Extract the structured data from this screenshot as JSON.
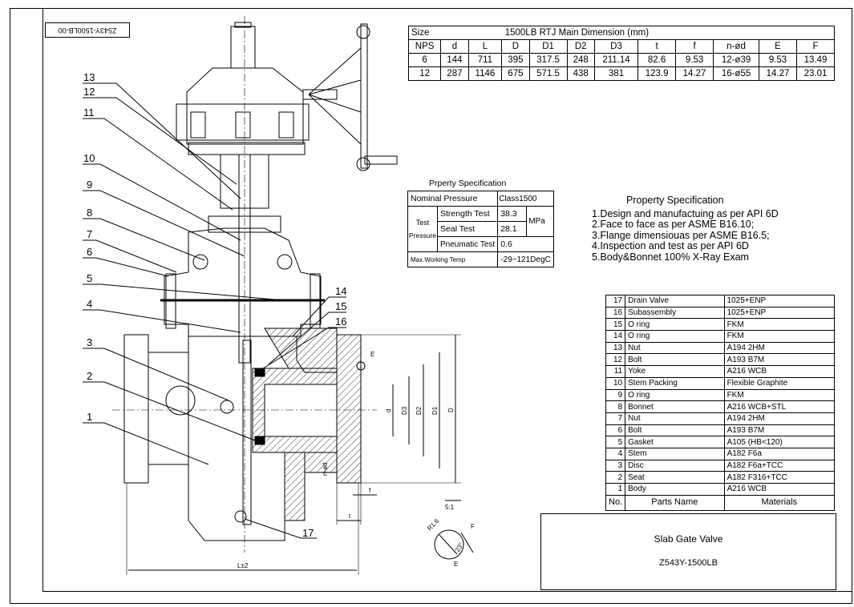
{
  "drawing_code_rotated": "Z543Y-1500LB-00",
  "dimension_table": {
    "title_left": "Size",
    "title": "1500LB RTJ Main Dimension (mm)",
    "headers": [
      "NPS",
      "d",
      "L",
      "D",
      "D1",
      "D2",
      "D3",
      "t",
      "f",
      "n-ød",
      "E",
      "F"
    ],
    "rows": [
      [
        "6",
        "144",
        "711",
        "395",
        "317.5",
        "248",
        "211.14",
        "82.6",
        "9.53",
        "12-ø39",
        "9.53",
        "13.49"
      ],
      [
        "12",
        "287",
        "1146",
        "675",
        "571.5",
        "438",
        "381",
        "123.9",
        "14.27",
        "16-ø55",
        "14.27",
        "23.01"
      ]
    ]
  },
  "pressure_spec": {
    "caption": "Prperty Specification",
    "nominal_label": "Nominal Pressure",
    "nominal_value": "Class1500",
    "test_label_1": "Test",
    "test_label_2": "Pressure",
    "strength_label": "Strength Test",
    "strength_value": "38.3",
    "seal_label": "Seal Test",
    "seal_value": "28.1",
    "unit": "MPa",
    "pneumatic_label": "Pneumatic Test",
    "pneumatic_value": "0.6",
    "temp_label": "Max.Working Temp",
    "temp_value": "-29~121DegC"
  },
  "requirements": {
    "title": "Property Specification",
    "items": [
      "1.Design and manufactuing as per API 6D",
      "2.Face to face as per ASME B16.10;",
      "3.Flange dimensiouas per ASME B16.5;",
      "4.Inspection and test as per API 6D",
      "5.Body&Bonnet 100% X-Ray Exam"
    ]
  },
  "parts": [
    {
      "no": "17",
      "name": "Drain Valve",
      "material": "1025+ENP"
    },
    {
      "no": "16",
      "name": "Subassembly",
      "material": "1025+ENP"
    },
    {
      "no": "15",
      "name": "O ring",
      "material": "FKM"
    },
    {
      "no": "14",
      "name": "O ring",
      "material": "FKM"
    },
    {
      "no": "13",
      "name": "Nut",
      "material": "A194 2HM"
    },
    {
      "no": "12",
      "name": "Bolt",
      "material": "A193 B7M"
    },
    {
      "no": "11",
      "name": "Yoke",
      "material": "A216 WCB"
    },
    {
      "no": "10",
      "name": "Stem Packing",
      "material": "Flexible Graphite"
    },
    {
      "no": "9",
      "name": "O ring",
      "material": "FKM"
    },
    {
      "no": "8",
      "name": "Bonnet",
      "material": "A216 WCB+STL"
    },
    {
      "no": "7",
      "name": "Nut",
      "material": "A194 2HM"
    },
    {
      "no": "6",
      "name": "Bolt",
      "material": "A193 B7M"
    },
    {
      "no": "5",
      "name": "Gasket",
      "material": "A105 (HB<120)"
    },
    {
      "no": "4",
      "name": "Stem",
      "material": "A182 F6a"
    },
    {
      "no": "3",
      "name": "Disc",
      "material": "A182 F6a+TCC"
    },
    {
      "no": "2",
      "name": "Seat",
      "material": "A182 F316+TCC"
    },
    {
      "no": "1",
      "name": "Body",
      "material": "A216 WCB"
    }
  ],
  "parts_header": {
    "no": "No.",
    "name": "Parts Name",
    "material": "Materials"
  },
  "title_block": {
    "name": "Slab Gate Valve",
    "code": "Z543Y-1500LB"
  },
  "drawing": {
    "balloons": [
      "13",
      "12",
      "11",
      "10",
      "9",
      "8",
      "7",
      "6",
      "5",
      "4",
      "3",
      "2",
      "1",
      "14",
      "15",
      "16",
      "17"
    ],
    "dims_vertical": [
      "d",
      "D3",
      "D2",
      "D1",
      "D"
    ],
    "dim_L": "L±2",
    "dim_t": "t",
    "dim_f": "f",
    "dim_nd": "n-ød",
    "dim_E": "E",
    "detail_scale": "5:1",
    "detail_r": "R1.6",
    "detail_angle": "23°",
    "detail_F": "F",
    "detail_E": "E"
  },
  "colors": {
    "line": "#000000",
    "background": "#ffffff",
    "hatch": "#000000"
  }
}
